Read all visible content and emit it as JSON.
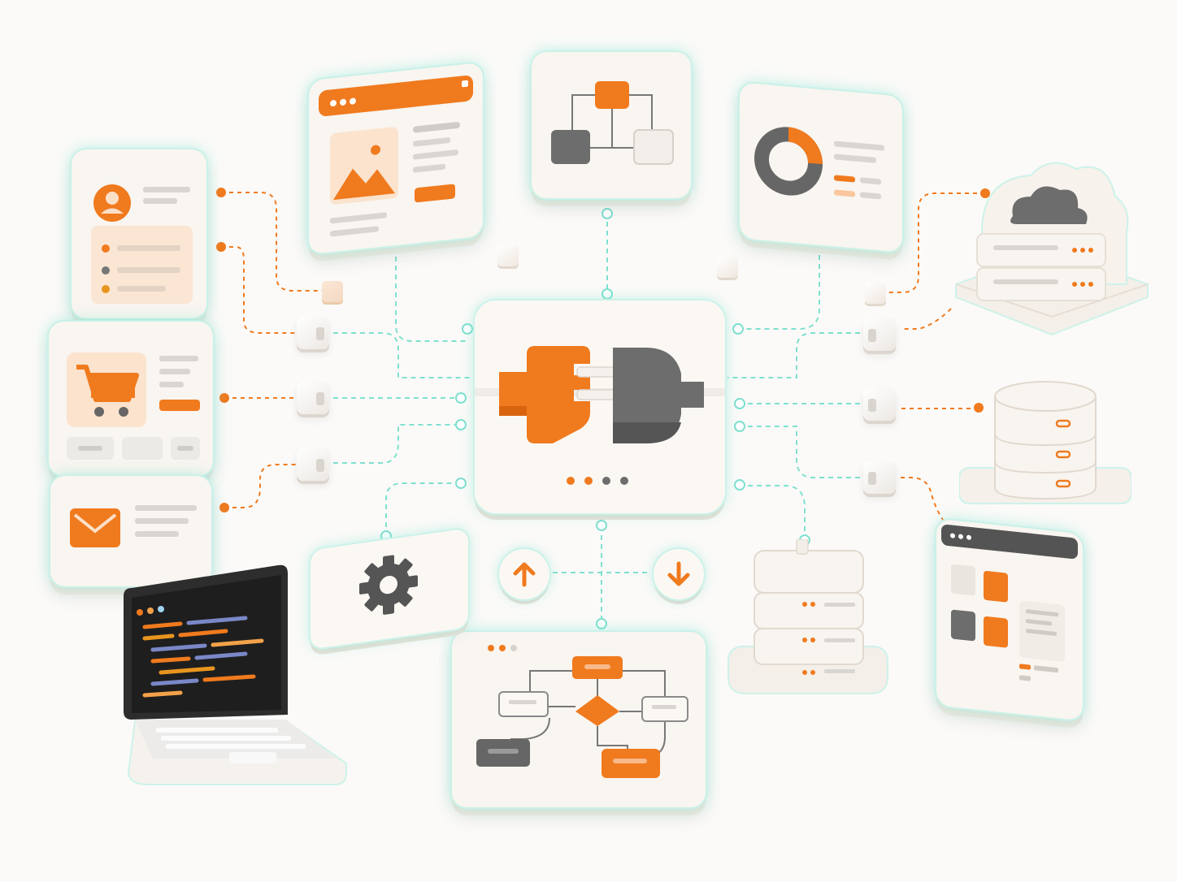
{
  "palette": {
    "accent": "#f07a1e",
    "dark": "#5f5f5f",
    "wire": "#7fe0cf",
    "orange_wire": "#f07a1e",
    "surface": "#f9f5f0"
  },
  "hub": {
    "icon": "plug-connector-icon",
    "indicator_dots": [
      "#f07a1e",
      "#f07a1e",
      "#6d6d6d",
      "#6d6d6d"
    ]
  },
  "cards": [
    {
      "name": "user-profile-card",
      "icon": "user-avatar-icon"
    },
    {
      "name": "shopping-cart-card",
      "icon": "shopping-cart-icon"
    },
    {
      "name": "email-card",
      "icon": "envelope-icon"
    },
    {
      "name": "web-page-card",
      "icon": "image-icon"
    },
    {
      "name": "hierarchy-card",
      "icon": "org-chart-icon"
    },
    {
      "name": "analytics-card",
      "icon": "donut-chart-icon"
    },
    {
      "name": "cloud-server-card",
      "icon": "cloud-icon"
    },
    {
      "name": "database-card",
      "icon": "database-icon"
    },
    {
      "name": "dashboard-window-card",
      "icon": "dashboard-icon"
    },
    {
      "name": "server-stack-card",
      "icon": "server-icon"
    },
    {
      "name": "workflow-card",
      "icon": "flowchart-icon"
    },
    {
      "name": "settings-card",
      "icon": "gear-icon"
    },
    {
      "name": "laptop-code",
      "icon": "laptop-icon"
    },
    {
      "name": "upload-button",
      "icon": "arrow-up-icon"
    },
    {
      "name": "download-button",
      "icon": "arrow-down-icon"
    }
  ]
}
